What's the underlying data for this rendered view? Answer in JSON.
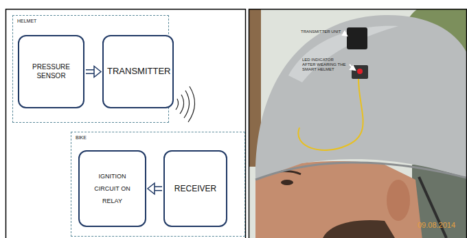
{
  "diagram": {
    "nodes": [
      {
        "text": [
          "HELMET"
        ]
      },
      {
        "text": [
          "PRESSURE SENSOR"
        ],
        "in": 0
      },
      {
        "text": [
          "TRANSMITTER"
        ],
        "in": 0
      },
      {
        "text": [
          "BIKE"
        ]
      },
      {
        "text": [
          "IGNITION CIRCUIT ON RELAY"
        ],
        "in": 3
      },
      {
        "text": [
          "RECEIVER"
        ],
        "in": 3
      }
    ],
    "edges": [
      {
        "from": 1,
        "to": 2,
        "arrow": "to"
      },
      {
        "from": 5,
        "to": 4,
        "arrow": "to"
      }
    ],
    "labels": [
      "TRANSMITTER UNIT",
      "LED INDICATOR AFTER WEARING THE SMART HELMET",
      "09.08.2014"
    ]
  }
}
